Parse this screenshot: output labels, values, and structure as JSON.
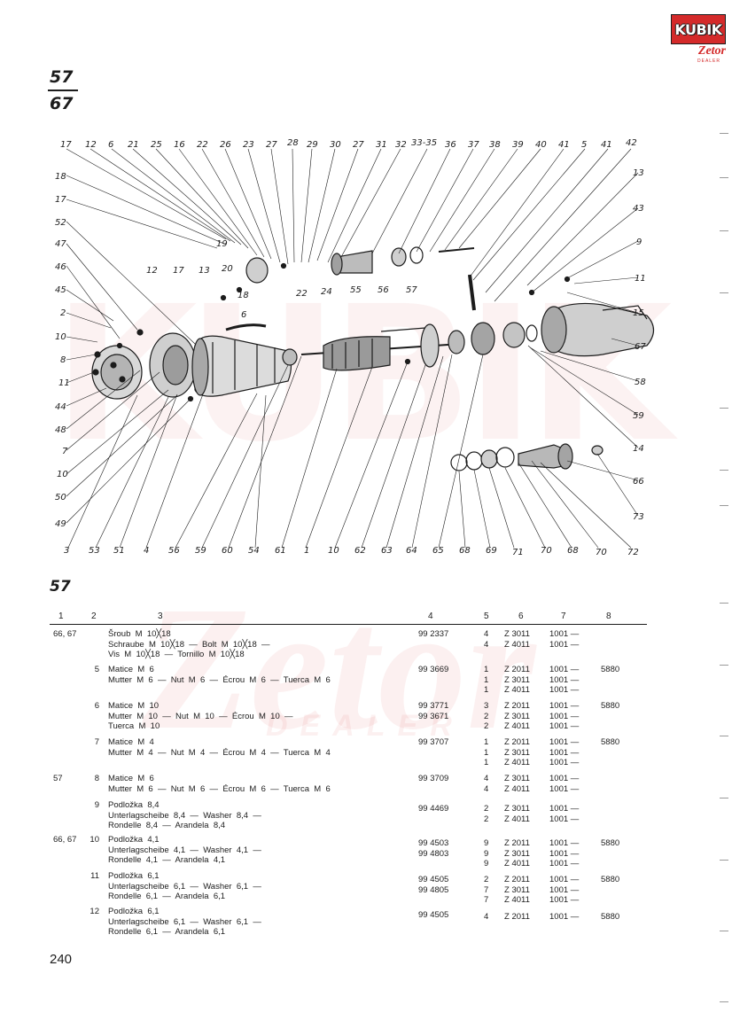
{
  "logo": {
    "brand": "KUBIK",
    "sub": "Zetor",
    "dealer": "DEALER"
  },
  "page_ref": {
    "top": "57",
    "bottom": "67"
  },
  "watermark": {
    "brand": "KUBIK",
    "sub": "Zetor",
    "dealer": "DEALER"
  },
  "section_no": "57",
  "page_number": "240",
  "table": {
    "headers": [
      "1",
      "2",
      "3",
      "4",
      "5",
      "6",
      "7",
      "8"
    ],
    "rows": [
      {
        "ref": "66, 67",
        "pos": "",
        "desc": [
          "Šroub  M  10╳18",
          "Schraube  M  10╳18  —  Bolt  M  10╳18  —",
          "Vis  M  10╳18  —  Tornillo  M  10╳18"
        ],
        "part": [
          "99 2337"
        ],
        "qty": [
          "4",
          "4"
        ],
        "model": [
          "Z 3011",
          "Z 4011"
        ],
        "from": [
          "1001 —",
          "1001 —"
        ],
        "note": ""
      },
      {
        "ref": "",
        "pos": "5",
        "desc": [
          "Matice  M  6",
          "Mutter  M  6  —  Nut  M  6  —  Écrou  M  6  —  Tuerca  M  6"
        ],
        "part": [
          "99 3669"
        ],
        "qty": [
          "1",
          "1",
          "1"
        ],
        "model": [
          "Z 2011",
          "Z 3011",
          "Z 4011"
        ],
        "from": [
          "1001 —",
          "1001 —",
          "1001 —"
        ],
        "note": "5880"
      },
      {
        "ref": "",
        "pos": "6",
        "desc": [
          "Matice  M  10",
          "Mutter  M  10  —  Nut  M  10  —  Écrou  M  10  —",
          "Tuerca  M  10"
        ],
        "part": [
          "99 3771",
          "99 3671"
        ],
        "qty": [
          "3",
          "2",
          "2"
        ],
        "model": [
          "Z 2011",
          "Z 3011",
          "Z 4011"
        ],
        "from": [
          "1001 —",
          "1001 —",
          "1001 —"
        ],
        "note": "5880"
      },
      {
        "ref": "",
        "pos": "7",
        "desc": [
          "Matice  M  4",
          "Mutter  M  4  —  Nut  M  4  —  Écrou  M  4  —  Tuerca  M  4"
        ],
        "part": [
          "99 3707"
        ],
        "qty": [
          "1",
          "1",
          "1"
        ],
        "model": [
          "Z 2011",
          "Z 3011",
          "Z 4011"
        ],
        "from": [
          "1001 —",
          "1001 —",
          "1001 —"
        ],
        "note": "5880"
      },
      {
        "ref": "57",
        "pos": "8",
        "desc": [
          "Matice  M  6",
          "Mutter  M  6  —  Nut  M  6  —  Écrou  M  6  —  Tuerca  M  6"
        ],
        "part": [
          "99 3709"
        ],
        "qty": [
          "4",
          "4"
        ],
        "model": [
          "Z 3011",
          "Z 4011"
        ],
        "from": [
          "1001 —",
          "1001 —"
        ],
        "note": ""
      },
      {
        "ref": "",
        "pos": "9",
        "desc": [
          "Podložka  8,4",
          "Unterlagscheibe  8,4  —  Washer  8,4  —",
          "Rondelle  8,4  —  Arandela  8,4"
        ],
        "part": [
          "99 4469"
        ],
        "qty": [
          "2",
          "2"
        ],
        "model": [
          "Z 3011",
          "Z 4011"
        ],
        "from": [
          "1001 —",
          "1001 —"
        ],
        "note": ""
      },
      {
        "ref": "66, 67",
        "pos": "10",
        "desc": [
          "Podložka  4,1",
          "Unterlagscheibe  4,1  —  Washer  4,1  —",
          "Rondelle  4,1  —  Arandela  4,1"
        ],
        "part": [
          "99 4503",
          "99 4803"
        ],
        "qty": [
          "9",
          "9",
          "9"
        ],
        "model": [
          "Z 2011",
          "Z 3011",
          "Z 4011"
        ],
        "from": [
          "1001 —",
          "1001 —",
          "1001 —"
        ],
        "note": "5880"
      },
      {
        "ref": "",
        "pos": "11",
        "desc": [
          "Podložka  6,1",
          "Unterlagscheibe  6,1  —  Washer  6,1  —",
          "Rondelle  6,1  —  Arandela  6,1"
        ],
        "part": [
          "99 4505",
          "99 4805"
        ],
        "qty": [
          "2",
          "7",
          "7"
        ],
        "model": [
          "Z 2011",
          "Z 3011",
          "Z 4011"
        ],
        "from": [
          "1001 —",
          "1001 —",
          "1001 —"
        ],
        "note": "5880"
      },
      {
        "ref": "",
        "pos": "12",
        "desc": [
          "Podložka  6,1",
          "Unterlagscheibe  6,1  —  Washer  6,1  —",
          "Rondelle  6,1  —  Arandela  6,1"
        ],
        "part": [
          "99 4505"
        ],
        "qty": [
          "4"
        ],
        "model": [
          "Z 2011"
        ],
        "from": [
          "1001 —"
        ],
        "note": "5880"
      }
    ]
  },
  "diagram": {
    "callouts_top": [
      "17",
      "12",
      "6",
      "21",
      "25",
      "16",
      "22",
      "26",
      "23",
      "27",
      "28",
      "29",
      "30",
      "27",
      "31",
      "32",
      "33-35",
      "36",
      "37",
      "38",
      "39",
      "40",
      "41",
      "5",
      "41",
      "42"
    ],
    "callouts_left": [
      "18",
      "17",
      "52",
      "47",
      "46",
      "45",
      "2",
      "10",
      "8",
      "11",
      "44",
      "48",
      "7",
      "10",
      "50",
      "49"
    ],
    "callouts_right": [
      "13",
      "43",
      "9",
      "11",
      "15",
      "67",
      "58",
      "59",
      "14",
      "66",
      "73"
    ],
    "callouts_bottom": [
      "3",
      "53",
      "51",
      "4",
      "56",
      "59",
      "60",
      "54",
      "61",
      "1",
      "10",
      "62",
      "63",
      "64",
      "65",
      "68",
      "69",
      "71",
      "70",
      "68",
      "70",
      "72"
    ],
    "callouts_inner": [
      "12",
      "17",
      "13",
      "20",
      "19",
      "18",
      "6",
      "22",
      "24",
      "55",
      "56",
      "57"
    ]
  }
}
